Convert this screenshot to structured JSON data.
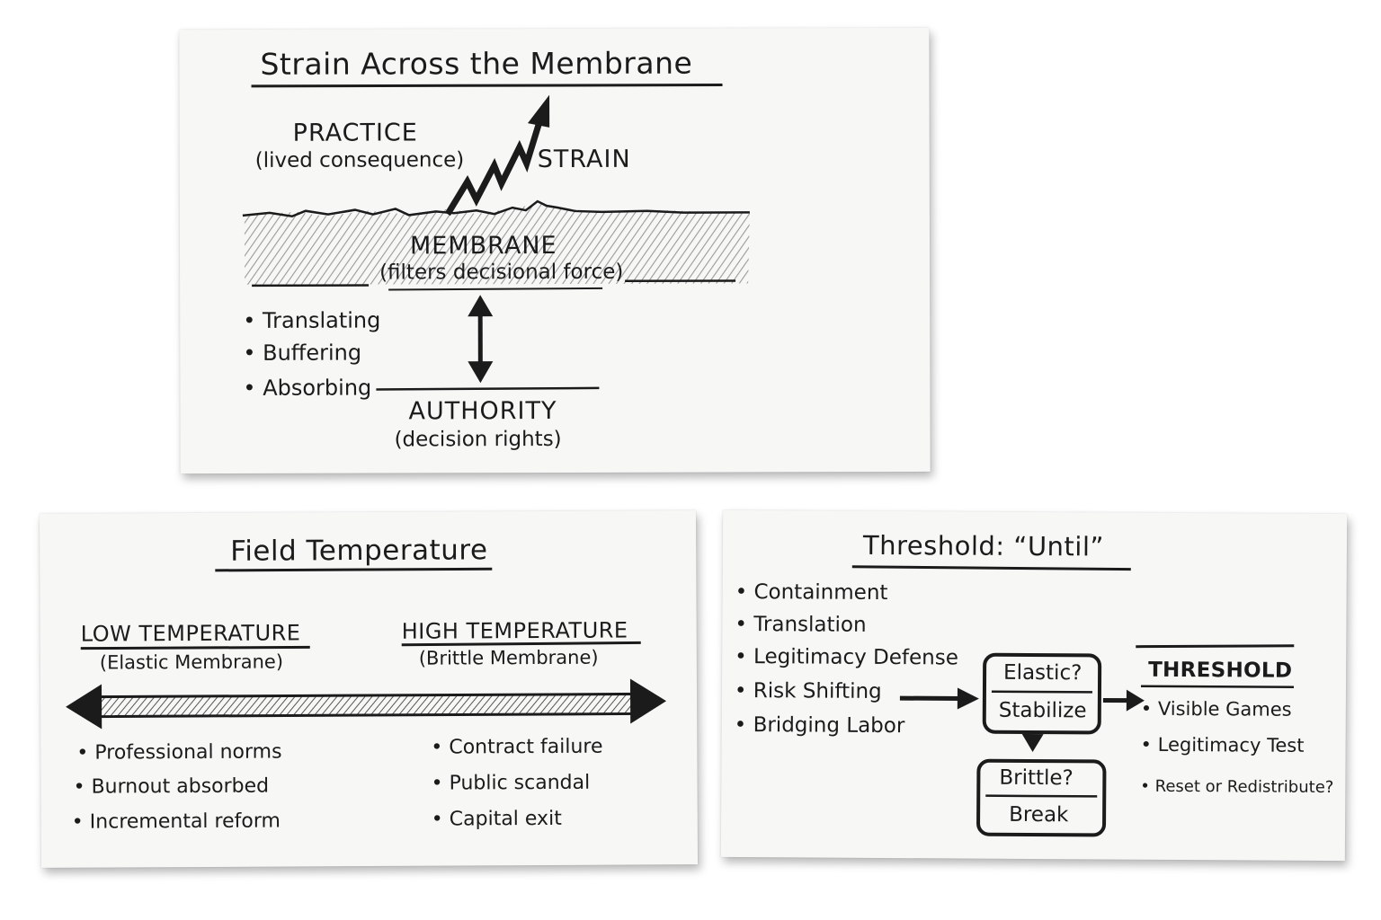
{
  "cards": {
    "strain": {
      "title": "Strain Across the Membrane",
      "practice": "PRACTICE",
      "practice_sub": "(lived consequence)",
      "strain": "STRAIN",
      "membrane": "MEMBRANE",
      "membrane_sub": "(filters decisional force)",
      "bullets": [
        "Translating",
        "Buffering",
        "Absorbing"
      ],
      "authority": "AUTHORITY",
      "authority_sub": "(decision rights)"
    },
    "field": {
      "title": "Field Temperature",
      "low": "LOW TEMPERATURE",
      "low_sub": "(Elastic Membrane)",
      "high": "HIGH TEMPERATURE",
      "high_sub": "(Brittle Membrane)",
      "low_items": [
        "Professional norms",
        "Burnout absorbed",
        "Incremental reform"
      ],
      "high_items": [
        "Contract failure",
        "Public scandal",
        "Capital exit"
      ]
    },
    "threshold": {
      "title": "Threshold: “Until”",
      "items": [
        "Containment",
        "Translation",
        "Legitimacy Defense",
        "Risk Shifting",
        "Bridging Labor"
      ],
      "elastic": "Elastic?",
      "stabilize": "Stabilize",
      "brittle": "Brittle?",
      "break": "Break",
      "threshold": "THRESHOLD",
      "outcomes": [
        "Visible Games",
        "Legitimacy Test",
        "Reset or Redistribute?"
      ]
    }
  },
  "colors": {
    "ink": "#1b1b1b",
    "paper": "#f7f7f5",
    "hatch": "#8a8a8a"
  },
  "icons": [
    "zigzag-arrow-icon",
    "double-arrow-icon",
    "arrow-right-icon",
    "arrow-down-icon"
  ]
}
